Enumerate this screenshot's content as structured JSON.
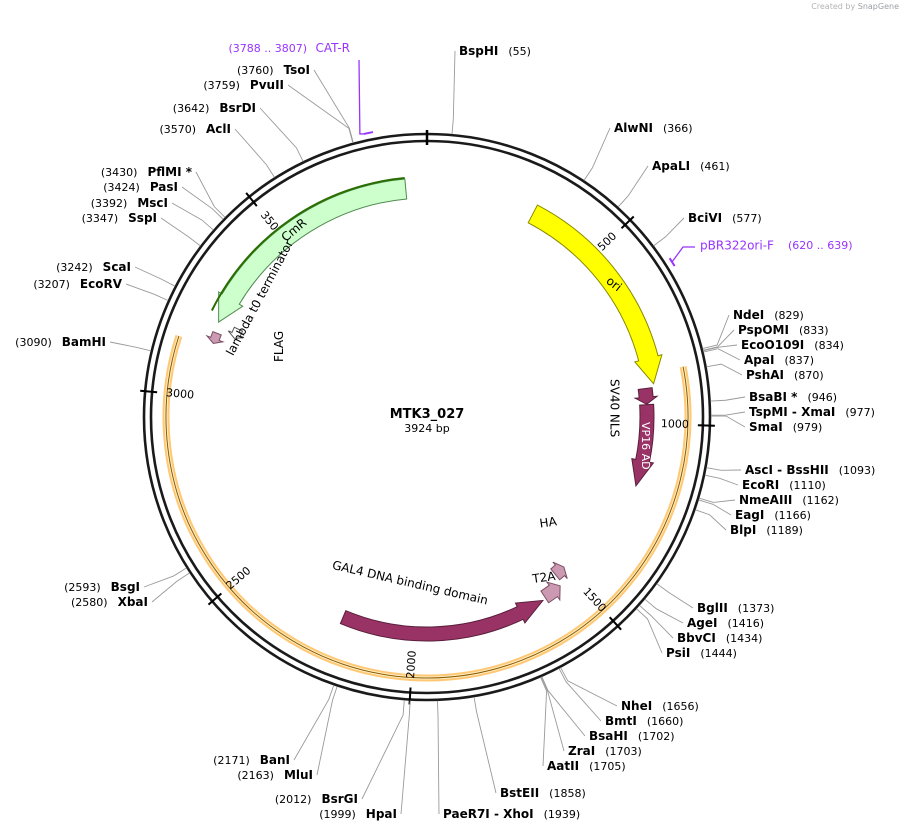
{
  "credit": {
    "prefix": "Created by",
    "brand": "SnapGene"
  },
  "plasmid": {
    "name": "MTK3_027",
    "length_label": "3924 bp",
    "length": 3924
  },
  "ticks": [
    {
      "pos": 500,
      "label": "500"
    },
    {
      "pos": 1000,
      "label": "1000"
    },
    {
      "pos": 1500,
      "label": "1500"
    },
    {
      "pos": 2000,
      "label": "2000"
    },
    {
      "pos": 2500,
      "label": "2500"
    },
    {
      "pos": 3000,
      "label": "3000"
    },
    {
      "pos": 3500,
      "label": "3500"
    }
  ],
  "features": [
    {
      "name": "ori",
      "start": 300,
      "end": 890,
      "strand": 1,
      "color": "#ffff00",
      "stroke": "#8a8a00",
      "lane": "inner1"
    },
    {
      "name": "CmR",
      "start": 3210,
      "end": 3866,
      "strand": -1,
      "color": "#ccffcc",
      "stroke": "#4f8a4f",
      "lane": "inner1"
    },
    {
      "name": "VP16 AD",
      "start": 946,
      "end": 1180,
      "strand": 1,
      "color": "#993366",
      "stroke": "#5a1f3c",
      "lane": "inner2"
    },
    {
      "name": "SV40 NLS",
      "start": 900,
      "end": 945,
      "strand": 1,
      "color": "#993366",
      "stroke": "#5a1f3c",
      "lane": "inner2"
    },
    {
      "name": "GAL4 DNA binding domain",
      "start": 1610,
      "end": 2210,
      "strand": -1,
      "color": "#993366",
      "stroke": "#5a1f3c",
      "lane": "inner2"
    },
    {
      "name": "T2A",
      "start": 1545,
      "end": 1600,
      "strand": -1,
      "color": "#cc99b2",
      "stroke": "#7a4f63",
      "lane": "inner2"
    },
    {
      "name": "HA",
      "start": 1500,
      "end": 1535,
      "strand": -1,
      "color": "#cc99b2",
      "stroke": "#7a4f63",
      "lane": "inner3"
    },
    {
      "name": "FLAG",
      "start": 3150,
      "end": 3180,
      "strand": -1,
      "color": "#cc99b2",
      "stroke": "#7a4f63",
      "lane": "inner2"
    },
    {
      "name": "lambda t0 terminator",
      "start": 3185,
      "end": 3215,
      "strand": -1,
      "color": "#ffffff",
      "stroke": "#555555",
      "lane": "inner3"
    }
  ],
  "orange_band": {
    "start": 860,
    "end": 3140,
    "color": "#ffc875",
    "color_in": "#ffe9b5"
  },
  "primers": [
    {
      "label": "CAT-R",
      "range": "(3788 .. 3807)",
      "pos": 3797,
      "color": "#9933ff",
      "strand": -1
    },
    {
      "label": "pBR322ori-F",
      "range": "(620 .. 639)",
      "pos": 629,
      "color": "#9933ff",
      "strand": 1
    }
  ],
  "sites": [
    {
      "name": "BspHI",
      "pos_label": "(55)",
      "pos": 55
    },
    {
      "name": "AlwNI",
      "pos_label": "(366)",
      "pos": 366
    },
    {
      "name": "ApaLI",
      "pos_label": "(461)",
      "pos": 461
    },
    {
      "name": "BciVI",
      "pos_label": "(577)",
      "pos": 577
    },
    {
      "name": "NdeI",
      "pos_label": "(829)",
      "pos": 829
    },
    {
      "name": "PspOMI",
      "pos_label": "(833)",
      "pos": 833
    },
    {
      "name": "EcoO109I",
      "pos_label": "(834)",
      "pos": 834
    },
    {
      "name": "ApaI",
      "pos_label": "(837)",
      "pos": 837
    },
    {
      "name": "PshAI",
      "pos_label": "(870)",
      "pos": 870
    },
    {
      "name": "BsaBI *",
      "pos_label": "(946)",
      "pos": 946
    },
    {
      "name": "TspMI - XmaI",
      "pos_label": "(977)",
      "pos": 977
    },
    {
      "name": "SmaI",
      "pos_label": "(979)",
      "pos": 979
    },
    {
      "name": "AscI - BssHII",
      "pos_label": "(1093)",
      "pos": 1093
    },
    {
      "name": "EcoRI",
      "pos_label": "(1110)",
      "pos": 1110
    },
    {
      "name": "NmeAIII",
      "pos_label": "(1162)",
      "pos": 1162
    },
    {
      "name": "EagI",
      "pos_label": "(1166)",
      "pos": 1166
    },
    {
      "name": "BlpI",
      "pos_label": "(1189)",
      "pos": 1189
    },
    {
      "name": "BglII",
      "pos_label": "(1373)",
      "pos": 1373
    },
    {
      "name": "AgeI",
      "pos_label": "(1416)",
      "pos": 1416
    },
    {
      "name": "BbvCI",
      "pos_label": "(1434)",
      "pos": 1434
    },
    {
      "name": "PsiI",
      "pos_label": "(1444)",
      "pos": 1444
    },
    {
      "name": "NheI",
      "pos_label": "(1656)",
      "pos": 1656
    },
    {
      "name": "BmtI",
      "pos_label": "(1660)",
      "pos": 1660
    },
    {
      "name": "BsaHI",
      "pos_label": "(1702)",
      "pos": 1702
    },
    {
      "name": "ZraI",
      "pos_label": "(1703)",
      "pos": 1703
    },
    {
      "name": "AatII",
      "pos_label": "(1705)",
      "pos": 1705
    },
    {
      "name": "BstEII",
      "pos_label": "(1858)",
      "pos": 1858
    },
    {
      "name": "PaeR7I - XhoI",
      "pos_label": "(1939)",
      "pos": 1939
    },
    {
      "name": "HpaI",
      "pos_label": "(1999)",
      "pos": 1999
    },
    {
      "name": "BsrGI",
      "pos_label": "(2012)",
      "pos": 2012
    },
    {
      "name": "MluI",
      "pos_label": "(2163)",
      "pos": 2163
    },
    {
      "name": "BanI",
      "pos_label": "(2171)",
      "pos": 2171
    },
    {
      "name": "XbaI",
      "pos_label": "(2580)",
      "pos": 2580
    },
    {
      "name": "BsgI",
      "pos_label": "(2593)",
      "pos": 2593
    },
    {
      "name": "BamHI",
      "pos_label": "(3090)",
      "pos": 3090
    },
    {
      "name": "EcoRV",
      "pos_label": "(3207)",
      "pos": 3207
    },
    {
      "name": "ScaI",
      "pos_label": "(3242)",
      "pos": 3242
    },
    {
      "name": "SspI",
      "pos_label": "(3347)",
      "pos": 3347
    },
    {
      "name": "MscI",
      "pos_label": "(3392)",
      "pos": 3392
    },
    {
      "name": "PasI",
      "pos_label": "(3424)",
      "pos": 3424
    },
    {
      "name": "PflMI *",
      "pos_label": "(3430)",
      "pos": 3430
    },
    {
      "name": "AclI",
      "pos_label": "(3570)",
      "pos": 3570
    },
    {
      "name": "BsrDI",
      "pos_label": "(3642)",
      "pos": 3642
    },
    {
      "name": "PvuII",
      "pos_label": "(3759)",
      "pos": 3759
    },
    {
      "name": "TsoI",
      "pos_label": "(3760)",
      "pos": 3760
    }
  ]
}
